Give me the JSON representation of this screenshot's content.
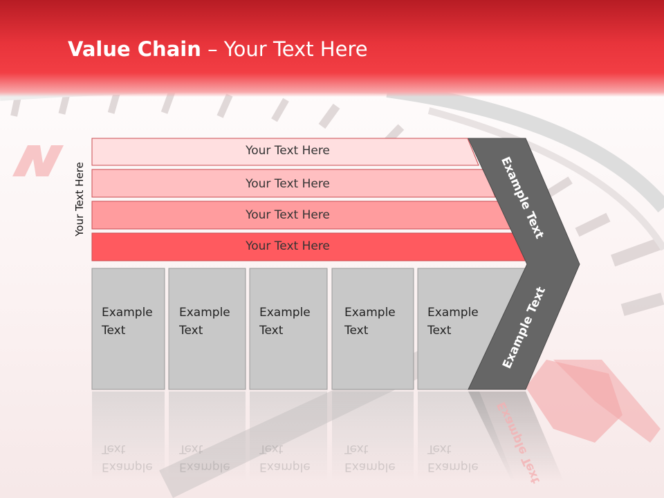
{
  "slide": {
    "title_bold": "Value Chain",
    "title_rest": " – Your Text Here",
    "vertical_label": "Your Text Here"
  },
  "bars": [
    {
      "label": "Your Text Here",
      "color": "#ffdfe0"
    },
    {
      "label": "Your Text Here",
      "color": "#ffbfc1"
    },
    {
      "label": "Your Text Here",
      "color": "#ff9c9e"
    },
    {
      "label": "Your Text Here",
      "color": "#ff5a5f"
    }
  ],
  "boxes": [
    {
      "line1": "Example",
      "line2": "Text"
    },
    {
      "line1": "Example",
      "line2": "Text"
    },
    {
      "line1": "Example",
      "line2": "Text"
    },
    {
      "line1": "Example",
      "line2": "Text"
    },
    {
      "line1": "Example",
      "line2": "Text"
    }
  ],
  "chevron": {
    "upper_label": "Example Text",
    "lower_label": "Example Text",
    "color": "#666666"
  },
  "colors": {
    "header": "#e8343b",
    "box_fill": "#c8c8c8",
    "box_stroke": "#999999"
  }
}
